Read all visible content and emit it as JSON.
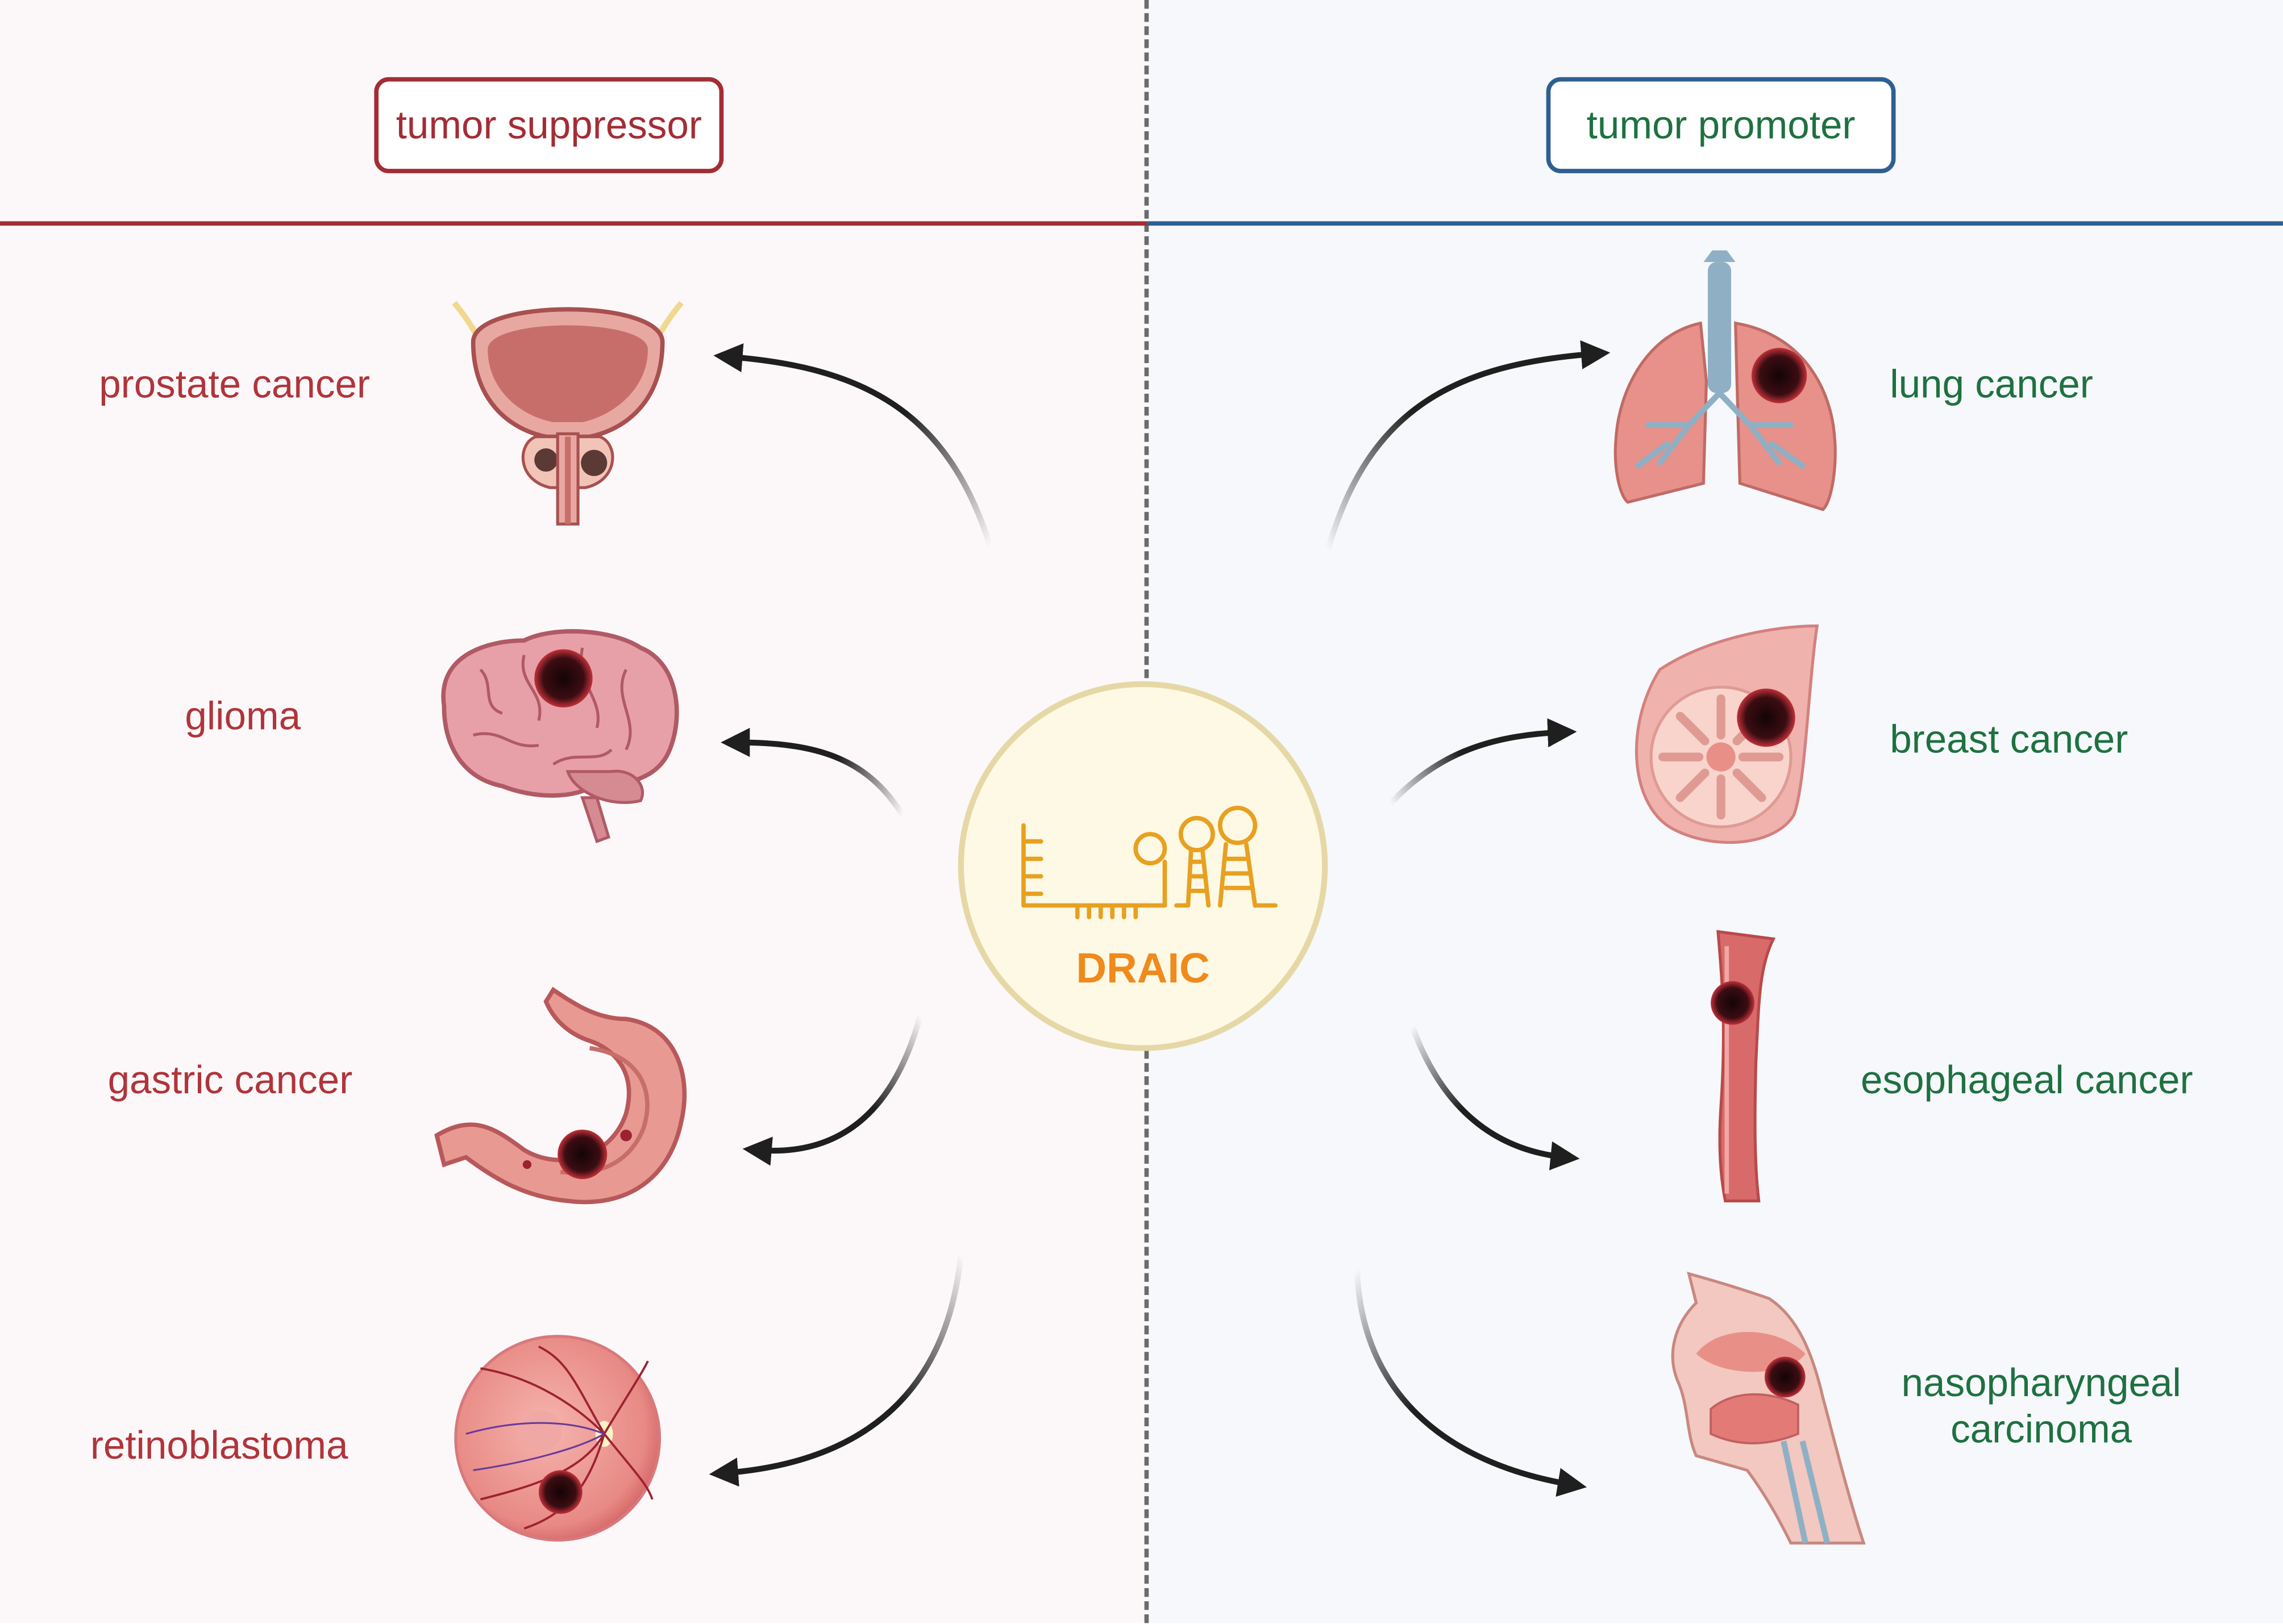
{
  "headers": {
    "left": "tumor suppressor",
    "right": "tumor promoter"
  },
  "center": {
    "name": "DRAIC"
  },
  "suppressor_items": [
    {
      "label": "prostate cancer",
      "icon": "prostate-icon"
    },
    {
      "label": "glioma",
      "icon": "brain-icon"
    },
    {
      "label": "gastric cancer",
      "icon": "stomach-icon"
    },
    {
      "label": "retinoblastoma",
      "icon": "retina-icon"
    }
  ],
  "promoter_items": [
    {
      "label": "lung cancer",
      "icon": "lungs-icon"
    },
    {
      "label": "breast cancer",
      "icon": "breast-icon"
    },
    {
      "label": "esophageal cancer",
      "icon": "esophagus-icon"
    },
    {
      "label_lines": [
        "nasopharyngeal",
        "carcinoma"
      ],
      "icon": "nasopharynx-icon"
    }
  ],
  "colors": {
    "suppressor": "#a32d35",
    "promoter_border": "#2f5f92",
    "promoter_text": "#1e7140",
    "draic": "#f08a1c",
    "tumor": "#2a0e10"
  }
}
